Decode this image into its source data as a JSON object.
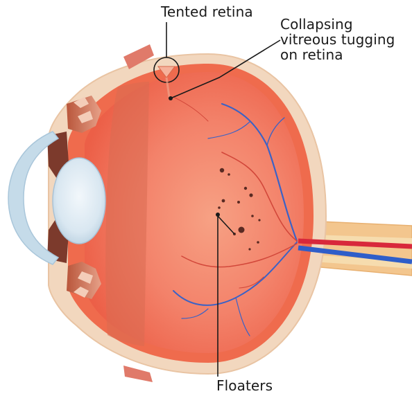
{
  "labels": {
    "tented_retina": "Tented retina",
    "collapsing_lines": [
      "Collapsing",
      "vitreous tugging",
      "on retina"
    ],
    "floaters": "Floaters"
  },
  "colors": {
    "sclera": "#f1d3b8",
    "retina": "#f26a4b",
    "vitreous": "#f3826a",
    "lens": "#d8e6f0",
    "cornea": "#c7dce9",
    "vein": "#2f5ec9",
    "artery": "#d8283b",
    "nerve": "#f6c78a",
    "ink": "#1a1a1a"
  }
}
